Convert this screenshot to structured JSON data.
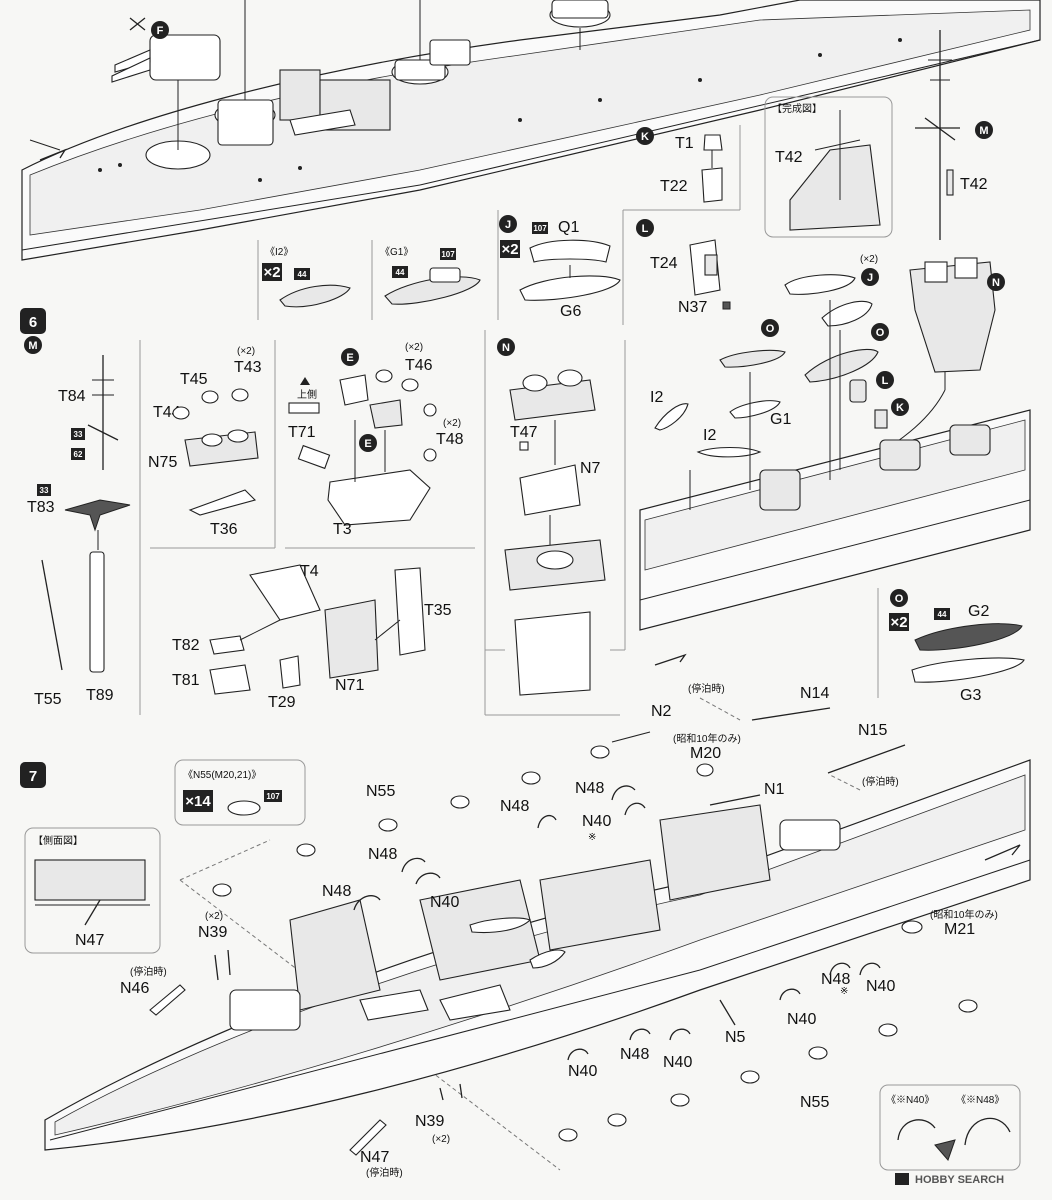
{
  "steps": {
    "step6": "6",
    "step7": "7"
  },
  "markers": {
    "F": "F",
    "K": "K",
    "M": "M",
    "L": "L",
    "J": "J",
    "N": "N",
    "O": "O",
    "E": "E"
  },
  "boxes": {
    "completed_view": "【完成図】",
    "side_view": "【側面図】",
    "i2_title": "《I2》",
    "g1_title": "《G1》",
    "n55_title": "《N55(M20,21)》",
    "n40_note": "《※N40》",
    "n48_note": "《※N48》"
  },
  "multipliers": {
    "x2": "×2",
    "x14": "×14",
    "paren_x2": "(×2)"
  },
  "color_codes": {
    "c44": "44",
    "c107": "107",
    "c33": "33",
    "c62": "62"
  },
  "notes": {
    "moored": "(停泊時)",
    "showa10": "(昭和10年のみ)",
    "upper_side": "上側",
    "ref_mark": "※"
  },
  "parts": {
    "T1": "T1",
    "T22": "T22",
    "T42": "T42",
    "T24": "T24",
    "N37": "N37",
    "Q1": "Q1",
    "G6": "G6",
    "I2": "I2",
    "G1": "G1",
    "T45": "T45",
    "T43": "T43",
    "T44": "T44",
    "N75": "N75",
    "T36": "T36",
    "T46": "T46",
    "T48": "T48",
    "T71": "T71",
    "T3": "T3",
    "T47": "T47",
    "N7": "N7",
    "T84": "T84",
    "T83": "T83",
    "T55": "T55",
    "T89": "T89",
    "T4": "T4",
    "T35": "T35",
    "T82": "T82",
    "T81": "T81",
    "T29": "T29",
    "N71": "N71",
    "G2": "G2",
    "G3": "G3",
    "N2": "N2",
    "N14": "N14",
    "N15": "N15",
    "M20": "M20",
    "M21": "M21",
    "N1": "N1",
    "N55": "N55",
    "N48": "N48",
    "N40": "N40",
    "N39": "N39",
    "N46": "N46",
    "N47": "N47",
    "N5": "N5"
  },
  "watermark": "HOBBY SEARCH"
}
